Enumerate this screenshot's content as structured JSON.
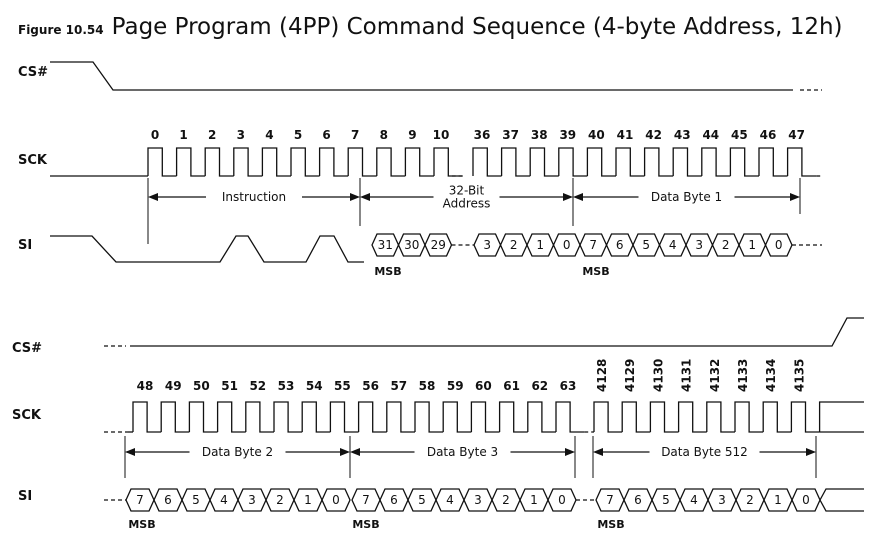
{
  "figure": {
    "number": "Figure 10.54",
    "title": "Page Program (4PP) Command Sequence (4-byte Address, 12h)"
  },
  "signals": {
    "cs": "CS#",
    "sck": "SCK",
    "si": "SI"
  },
  "top": {
    "clock_numbers_a": [
      "0",
      "1",
      "2",
      "3",
      "4",
      "5",
      "6",
      "7",
      "8",
      "9",
      "10"
    ],
    "clock_numbers_b": [
      "36",
      "37",
      "38",
      "39",
      "40",
      "41",
      "42",
      "43",
      "44",
      "45",
      "46",
      "47"
    ],
    "spans": [
      {
        "label": "Instruction"
      },
      {
        "label": "32-Bit\nAddress"
      },
      {
        "label": "Data Byte 1"
      }
    ],
    "si_address_bits": [
      "31",
      "30",
      "29",
      "3",
      "2",
      "1",
      "0"
    ],
    "si_data_bits": [
      "7",
      "6",
      "5",
      "4",
      "3",
      "2",
      "1",
      "0"
    ],
    "msb_labels": [
      "MSB",
      "MSB"
    ]
  },
  "bottom": {
    "clock_numbers_a": [
      "48",
      "49",
      "50",
      "51",
      "52",
      "53",
      "54",
      "55",
      "56",
      "57",
      "58",
      "59",
      "60",
      "61",
      "62",
      "63"
    ],
    "clock_numbers_b": [
      "4128",
      "4129",
      "4130",
      "4131",
      "4132",
      "4133",
      "4134",
      "4135"
    ],
    "spans": [
      {
        "label": "Data Byte 2"
      },
      {
        "label": "Data Byte 3"
      },
      {
        "label": "Data Byte 512"
      }
    ],
    "si_bytes": [
      [
        "7",
        "6",
        "5",
        "4",
        "3",
        "2",
        "1",
        "0"
      ],
      [
        "7",
        "6",
        "5",
        "4",
        "3",
        "2",
        "1",
        "0"
      ],
      [
        "7",
        "6",
        "5",
        "4",
        "3",
        "2",
        "1",
        "0"
      ]
    ],
    "msb_labels": [
      "MSB",
      "MSB",
      "MSB"
    ]
  }
}
